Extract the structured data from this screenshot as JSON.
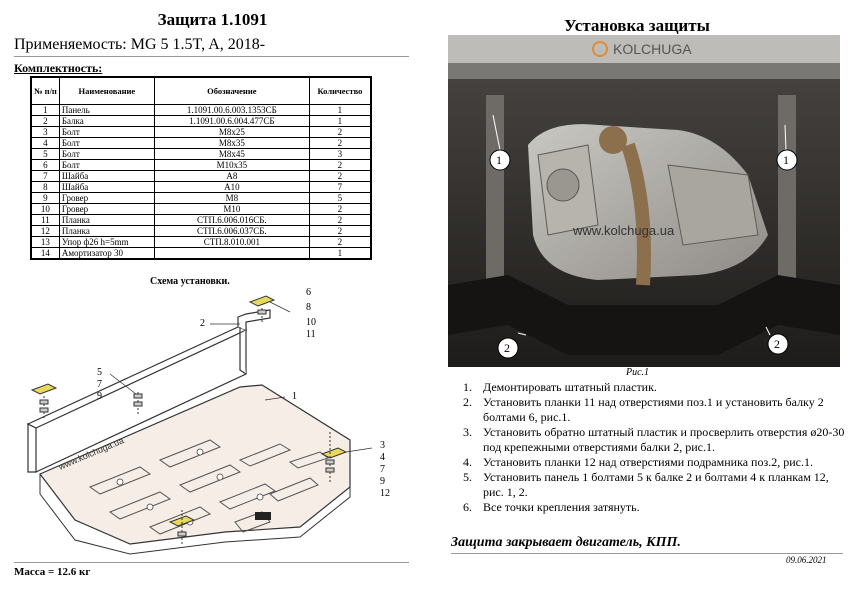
{
  "left": {
    "title": "Защита 1.1091",
    "applicability": "Применяемость: MG 5   1.5T, A, 2018-",
    "kit_label": "Комплектность:",
    "table": {
      "headers": [
        "№ п/п",
        "Наименование",
        "Обозначение",
        "Количество"
      ],
      "rows": [
        [
          "1",
          "Панель",
          "1.1091.00.6.003.1353СБ",
          "1"
        ],
        [
          "2",
          "Балка",
          "1.1091.00.6.004.477СБ",
          "1"
        ],
        [
          "3",
          "Болт",
          "M8x25",
          "2"
        ],
        [
          "4",
          "Болт",
          "M8x35",
          "2"
        ],
        [
          "5",
          "Болт",
          "M8x45",
          "3"
        ],
        [
          "6",
          "Болт",
          "M10x35",
          "2"
        ],
        [
          "7",
          "Шайба",
          "A8",
          "2"
        ],
        [
          "8",
          "Шайба",
          "A10",
          "7"
        ],
        [
          "9",
          "Гровер",
          "M8",
          "5"
        ],
        [
          "10",
          "Гровер",
          "M10",
          "2"
        ],
        [
          "11",
          "Планка",
          "СТП.6.006.016СБ.",
          "2"
        ],
        [
          "12",
          "Планка",
          "СТП.6.006.037СБ.",
          "2"
        ],
        [
          "13",
          "Упор ф26 h=5mm",
          "СТП.8.010.001",
          "2"
        ],
        [
          "14",
          "Амортизатор 30",
          "",
          "1"
        ]
      ]
    },
    "schema_label": "Схема установки.",
    "watermark": "www.kolchuga.ua",
    "callouts": {
      "g1": [
        "6",
        "8",
        "10",
        "11"
      ],
      "g2": "2",
      "g3": [
        "5",
        "7",
        "9"
      ],
      "g4": "1",
      "g5": [
        "3",
        "4",
        "7",
        "9",
        "12"
      ]
    },
    "mass": "Масса = 12.6 кг"
  },
  "right": {
    "title": "Установка защиты",
    "photo": {
      "brand": "KOLCHUGA",
      "watermark": "www.kolchuga.ua",
      "markers": [
        "1",
        "1",
        "2",
        "2"
      ]
    },
    "caption": "Рис.1",
    "steps": [
      {
        "n": "1.",
        "text": "Демонтировать штатный пластик."
      },
      {
        "n": "2.",
        "text": "Установить планки 11 над отверстиями поз.1 и установить балку 2 болтами 6, рис.1."
      },
      {
        "n": "3.",
        "text": "Установить обратно штатный пластик и просверлить отверстия ø20-30 под крепежными отверстиями балки 2, рис.1."
      },
      {
        "n": "4.",
        "text": "Установить планки 12 над отверстиями подрамника поз.2, рис.1."
      },
      {
        "n": "5.",
        "text": "Установить панель 1 болтами 5 к балке 2 и болтами 4 к планкам 12, рис. 1, 2."
      },
      {
        "n": "6.",
        "text": "Все точки крепления затянуть."
      }
    ],
    "closes": "Защита закрывает двигатель, КПП.",
    "date": "09.06.2021"
  }
}
